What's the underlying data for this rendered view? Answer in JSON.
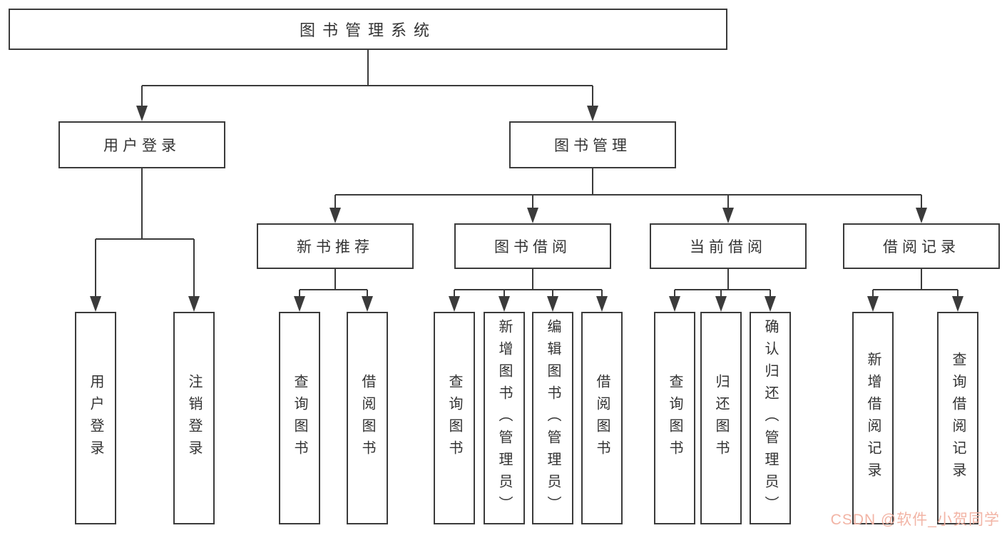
{
  "diagram": {
    "root": {
      "label": "图书管理系统"
    },
    "branches": [
      {
        "label": "用户登录",
        "children": [
          {
            "label": "用户登录"
          },
          {
            "label": "注销登录"
          }
        ]
      },
      {
        "label": "图书管理",
        "children": [
          {
            "label": "新书推荐",
            "children": [
              {
                "label": "查询图书"
              },
              {
                "label": "借阅图书"
              }
            ]
          },
          {
            "label": "图书借阅",
            "children": [
              {
                "label": "查询图书"
              },
              {
                "label": "新增图书（管理员）"
              },
              {
                "label": "编辑图书（管理员）"
              },
              {
                "label": "借阅图书"
              }
            ]
          },
          {
            "label": "当前借阅",
            "children": [
              {
                "label": "查询图书"
              },
              {
                "label": "归还图书"
              },
              {
                "label": "确认归还（管理员）"
              }
            ]
          },
          {
            "label": "借阅记录",
            "children": [
              {
                "label": "新增借阅记录"
              },
              {
                "label": "查询借阅记录"
              }
            ]
          }
        ]
      }
    ]
  },
  "watermark": {
    "text": "CSDN @软件_小贺同学"
  },
  "colors": {
    "line": "#3b3b3b",
    "text": "#333333",
    "background": "#ffffff",
    "watermark": "#f2b4a5"
  }
}
